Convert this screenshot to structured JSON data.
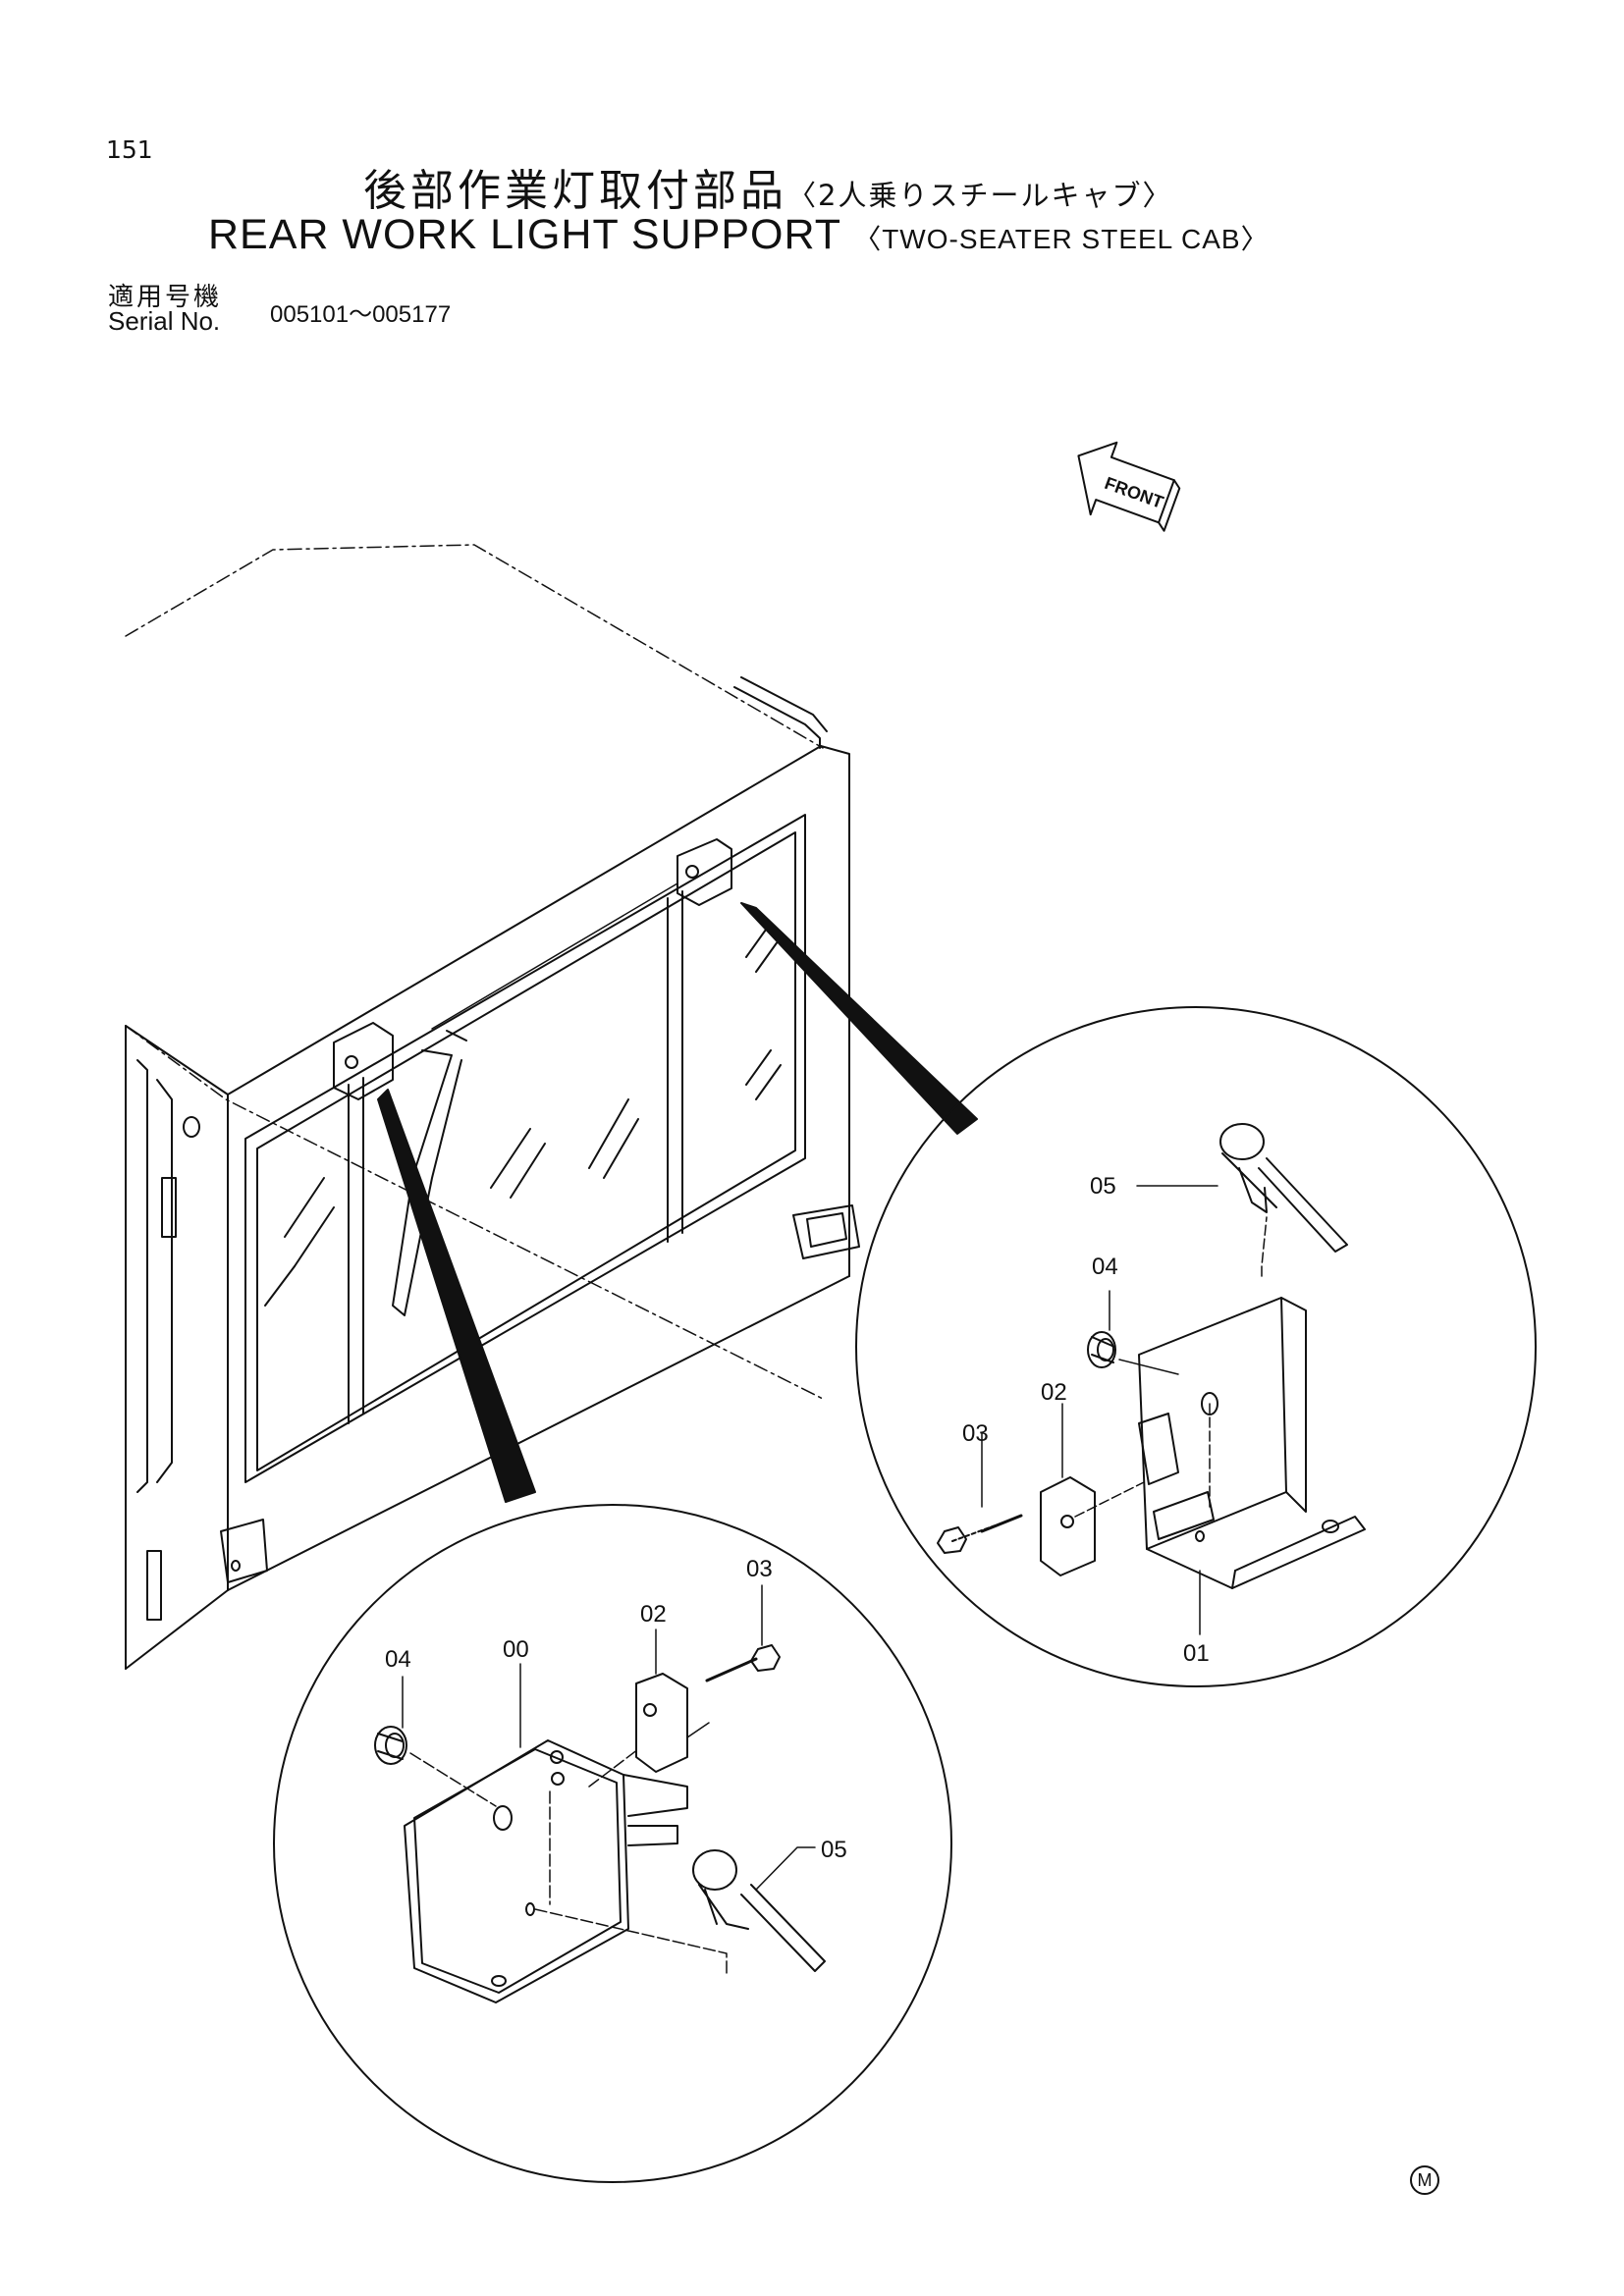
{
  "page_number": "151",
  "title_ja": "後部作業灯取付部品",
  "title_ja_sub": "〈2人乗りスチールキャブ〉",
  "title_en": "REAR WORK LIGHT SUPPORT",
  "title_en_sub": "〈TWO-SEATER STEEL CAB〉",
  "serial_label_ja": "適用号機",
  "serial_label_en": "Serial No.",
  "serial_range": "005101～005177",
  "front_label": "FRONT",
  "callouts": {
    "upper": [
      "05",
      "04",
      "02",
      "03",
      "01"
    ],
    "lower": [
      "04",
      "00",
      "02",
      "03",
      "05"
    ]
  },
  "mark": "M"
}
